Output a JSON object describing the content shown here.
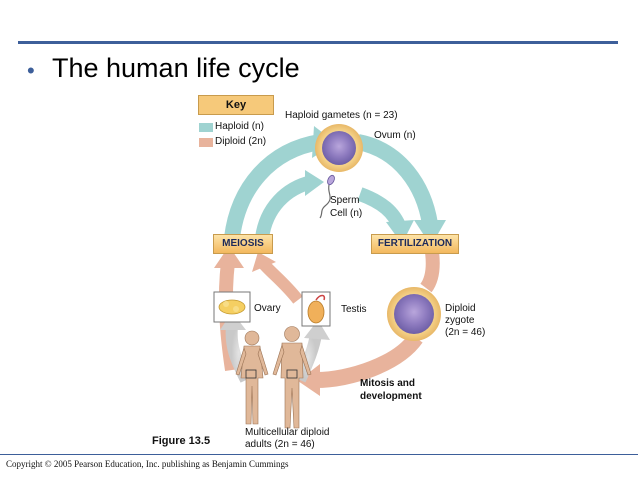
{
  "slide": {
    "title": "The human life cycle",
    "bullet": "•",
    "copyright": "Copyright © 2005 Pearson Education, Inc. publishing as Benjamin Cummings"
  },
  "key": {
    "header": "Key",
    "haploid_label": "Haploid (n)",
    "diploid_label": "Diploid (2n)",
    "haploid_color": "#9fd3d1",
    "diploid_color": "#e8b39c"
  },
  "labels": {
    "gametes": "Haploid gametes (n = 23)",
    "ovum": "Ovum (n)",
    "sperm_line1": "Sperm",
    "sperm_line2": "Cell (n)",
    "meiosis": "MEIOSIS",
    "fertilization": "FERTILIZATION",
    "ovary": "Ovary",
    "testis": "Testis",
    "zygote_line1": "Diploid",
    "zygote_line2": "zygote",
    "zygote_line3": "(2n = 46)",
    "mitosis_line1": "Mitosis and",
    "mitosis_line2": "development",
    "adults_line1": "Multicellular diploid",
    "adults_line2": "adults (2n = 46)",
    "figure": "Figure 13.5"
  }
}
